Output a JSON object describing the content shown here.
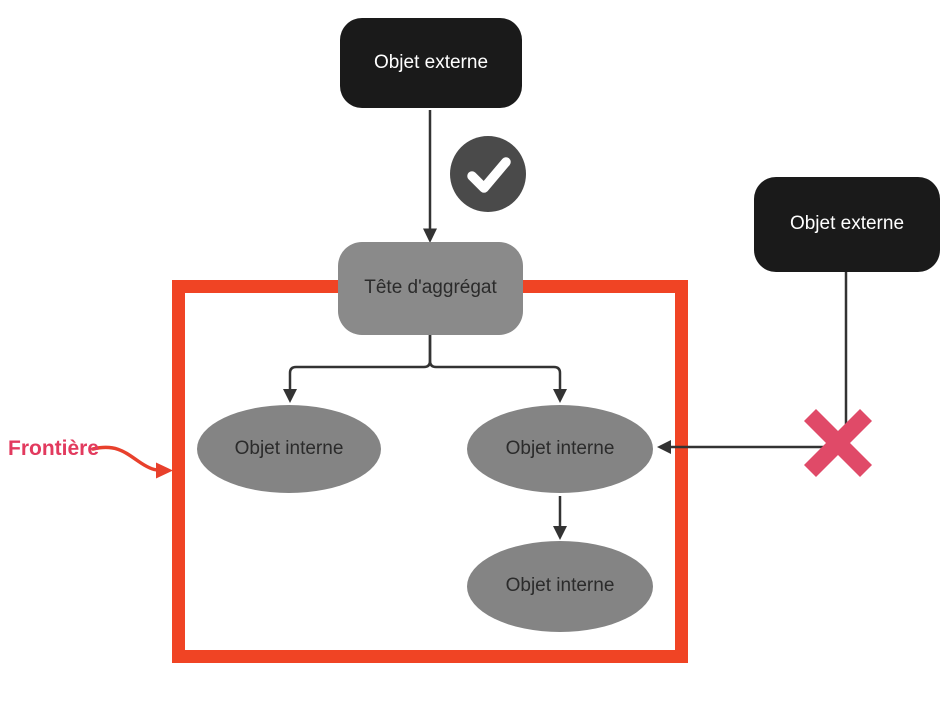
{
  "diagram": {
    "nodes": {
      "external_top": {
        "label": "Objet externe"
      },
      "external_right": {
        "label": "Objet externe"
      },
      "aggregate_head": {
        "label": "Tête d'aggrégat"
      },
      "internal_left": {
        "label": "Objet interne"
      },
      "internal_middle": {
        "label": "Objet interne"
      },
      "internal_bottom": {
        "label": "Objet interne"
      }
    },
    "boundary": {
      "label": "Frontière",
      "frame_color": "#f04424",
      "label_color": "#e23a5e",
      "pointer_arrow_color": "#e8402c"
    },
    "icons": {
      "allowed": {
        "name": "check-icon",
        "bg_color": "#4a4a4a",
        "glyph_color": "#ffffff"
      },
      "forbidden": {
        "name": "x-icon",
        "color": "#e04a68"
      }
    },
    "colors": {
      "external_node_bg": "#1a1a1a",
      "external_node_text": "#ffffff",
      "aggregate_node_bg": "#8a8a8a",
      "internal_node_bg": "#848484",
      "node_dark_text": "#2b2b2b",
      "connector": "#333333"
    }
  }
}
